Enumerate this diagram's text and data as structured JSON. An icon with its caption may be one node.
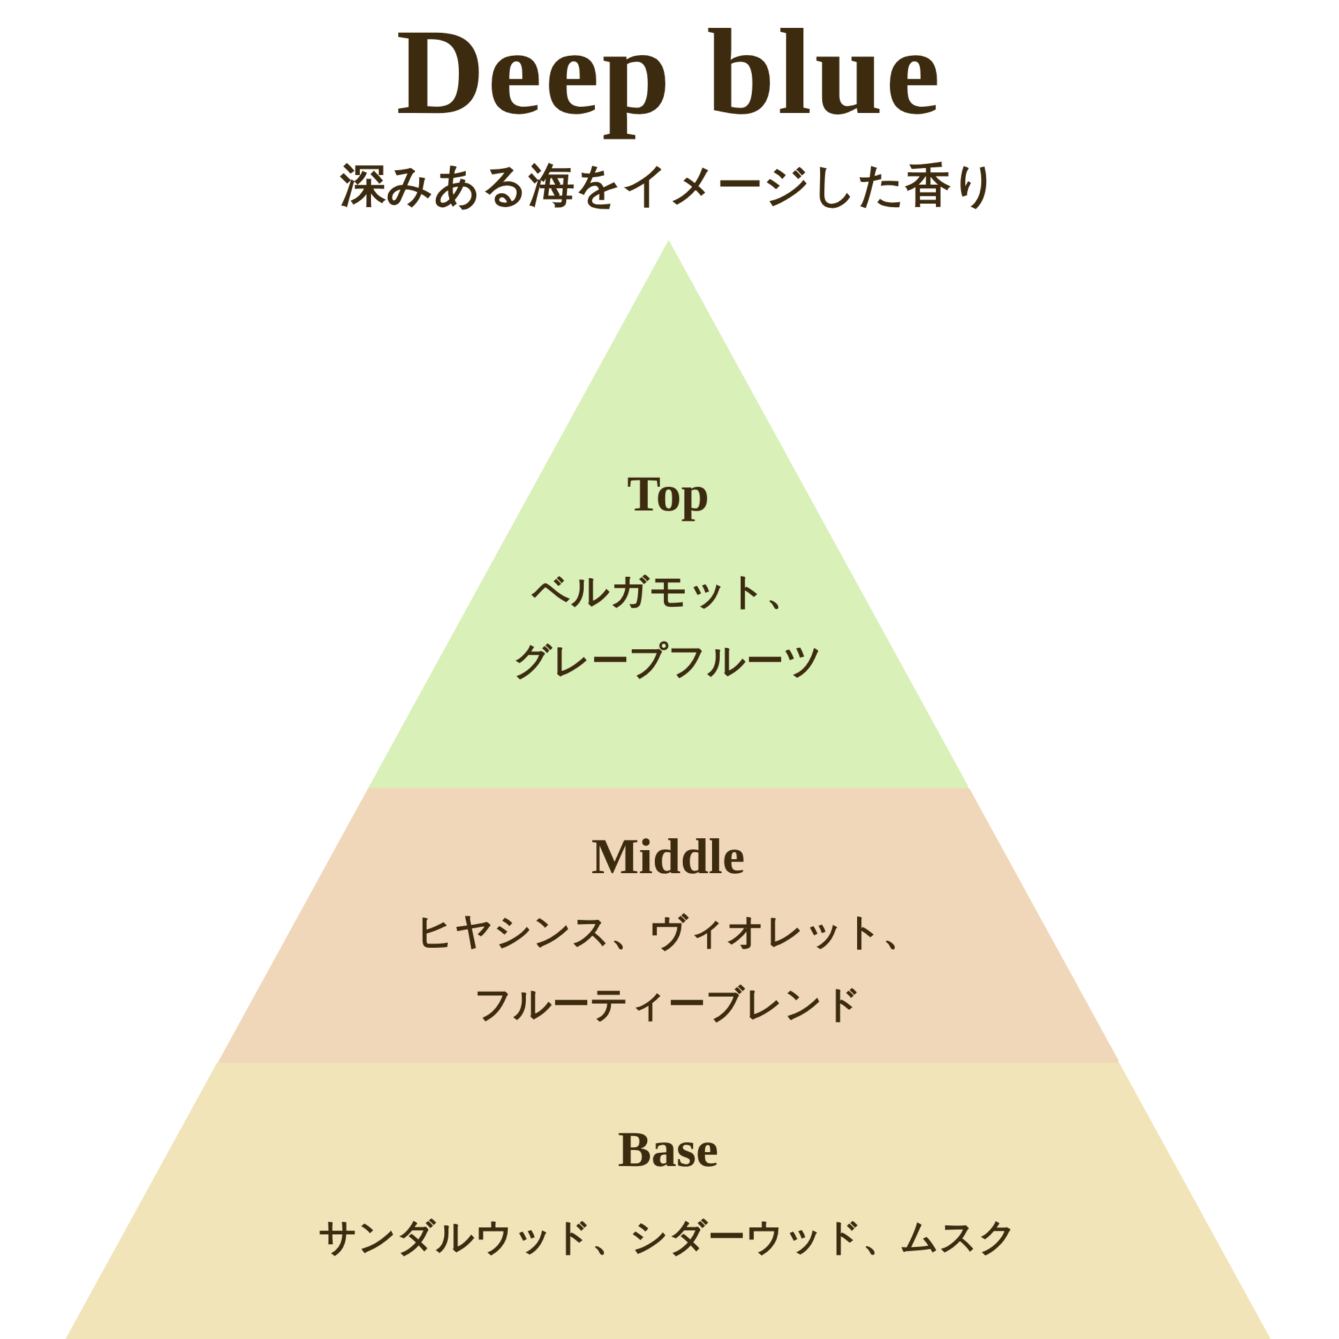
{
  "diagram": {
    "title": "Deep blue",
    "nodes": [
      {
        "text": [
          "Top",
          "ベルガモット、グレープフルーツ"
        ]
      },
      {
        "text": [
          "Middle",
          "ヒヤシンス、ヴィオレット、フルーティーブレンド"
        ]
      },
      {
        "text": [
          "Base",
          "サンダルウッド、シダーウッド、ムスク"
        ]
      }
    ],
    "labels": [
      "深みある海をイメージした香り"
    ]
  }
}
